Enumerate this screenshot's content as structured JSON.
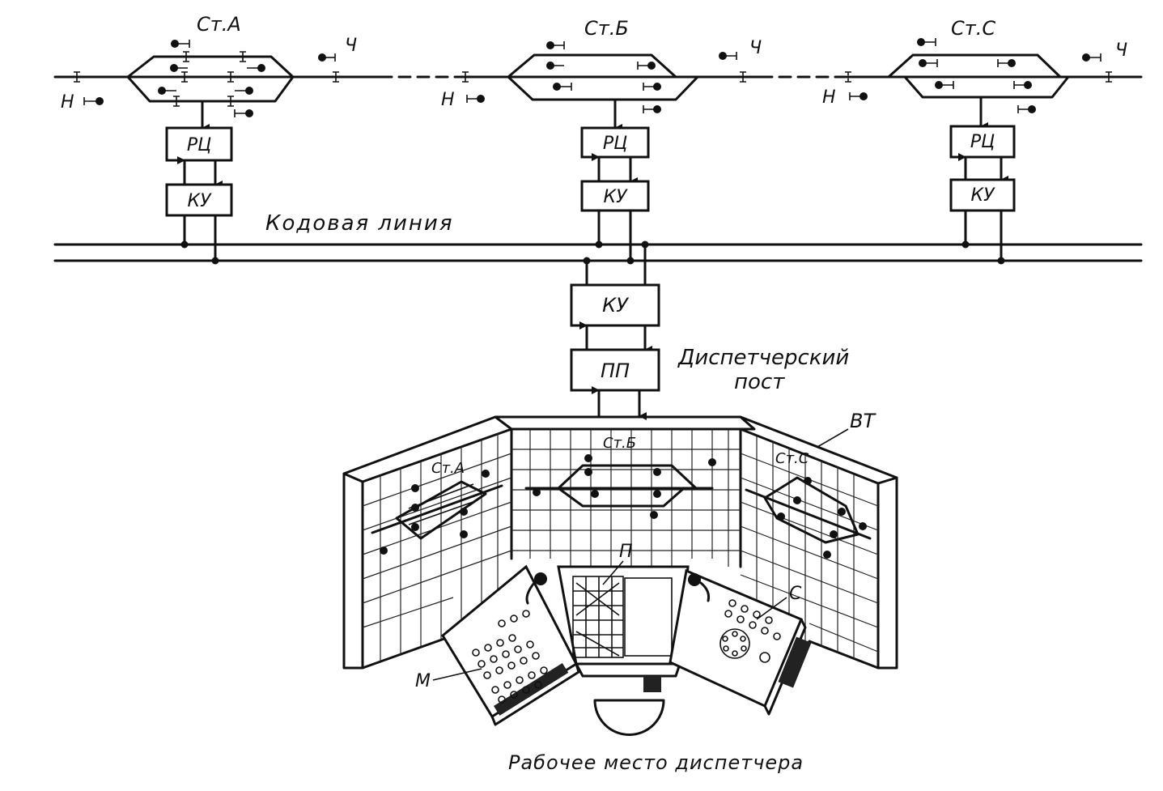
{
  "stations": [
    {
      "id": "A",
      "label": "Ст.А",
      "left_signal": "Н",
      "right_signal": "Ч"
    },
    {
      "id": "B",
      "label": "Ст.Б",
      "left_signal": "Н",
      "right_signal": "Ч"
    },
    {
      "id": "C",
      "label": "Ст.С",
      "left_signal": "Н",
      "right_signal": "Ч"
    }
  ],
  "blocks": {
    "track_circuit": "РЦ",
    "control_unit": "КУ",
    "receiver": "ПП"
  },
  "code_line_label": "Кодовая линия",
  "dispatch_post_label": [
    "Диспетчерский",
    "пост"
  ],
  "panel": {
    "wall_label": "ВТ",
    "panel_a": "Ст.А",
    "panel_b": "Ст.Б",
    "panel_c": "Ст.С",
    "desk_label_left": "М",
    "desk_label_center": "П",
    "desk_label_right": "С"
  },
  "caption": "Рабочее место диспетчера"
}
